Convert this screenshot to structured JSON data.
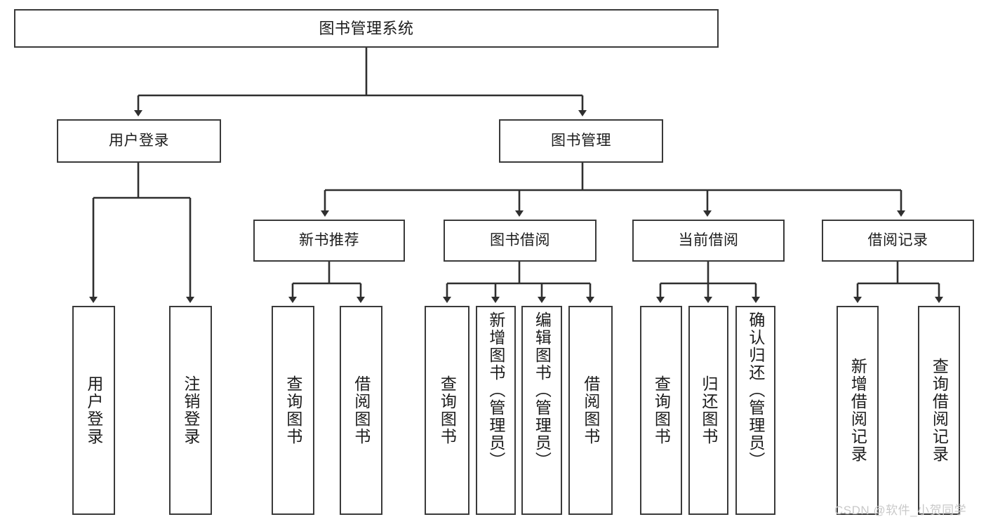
{
  "diagram": {
    "title": "图书管理系统",
    "root": {
      "label": "图书管理系统"
    },
    "level2": [
      {
        "label": "用户登录"
      },
      {
        "label": "图书管理"
      }
    ],
    "level3": [
      {
        "label": "新书推荐"
      },
      {
        "label": "图书借阅"
      },
      {
        "label": "当前借阅"
      },
      {
        "label": "借阅记录"
      }
    ],
    "leaves": {
      "user_login": [
        {
          "label": "用户登录"
        },
        {
          "label": "注销登录"
        }
      ],
      "new_book_recommend": [
        {
          "label": "查询图书"
        },
        {
          "label": "借阅图书"
        }
      ],
      "book_borrow": [
        {
          "label": "查询图书"
        },
        {
          "label": "新增图书（管理员）"
        },
        {
          "label": "编辑图书（管理员）"
        },
        {
          "label": "借阅图书"
        }
      ],
      "current_borrow": [
        {
          "label": "查询图书"
        },
        {
          "label": "归还图书"
        },
        {
          "label": "确认归还（管理员）"
        }
      ],
      "borrow_record": [
        {
          "label": "新增借阅记录"
        },
        {
          "label": "查询借阅记录"
        }
      ]
    }
  },
  "watermark": {
    "text": "CSDN @软件_小贺同学"
  },
  "colors": {
    "box_border": "#3a3a3a",
    "box_fill": "#ffffff",
    "text": "#1c1c1c",
    "edge": "#2f2f2f",
    "watermark": "#c9c9c9"
  }
}
